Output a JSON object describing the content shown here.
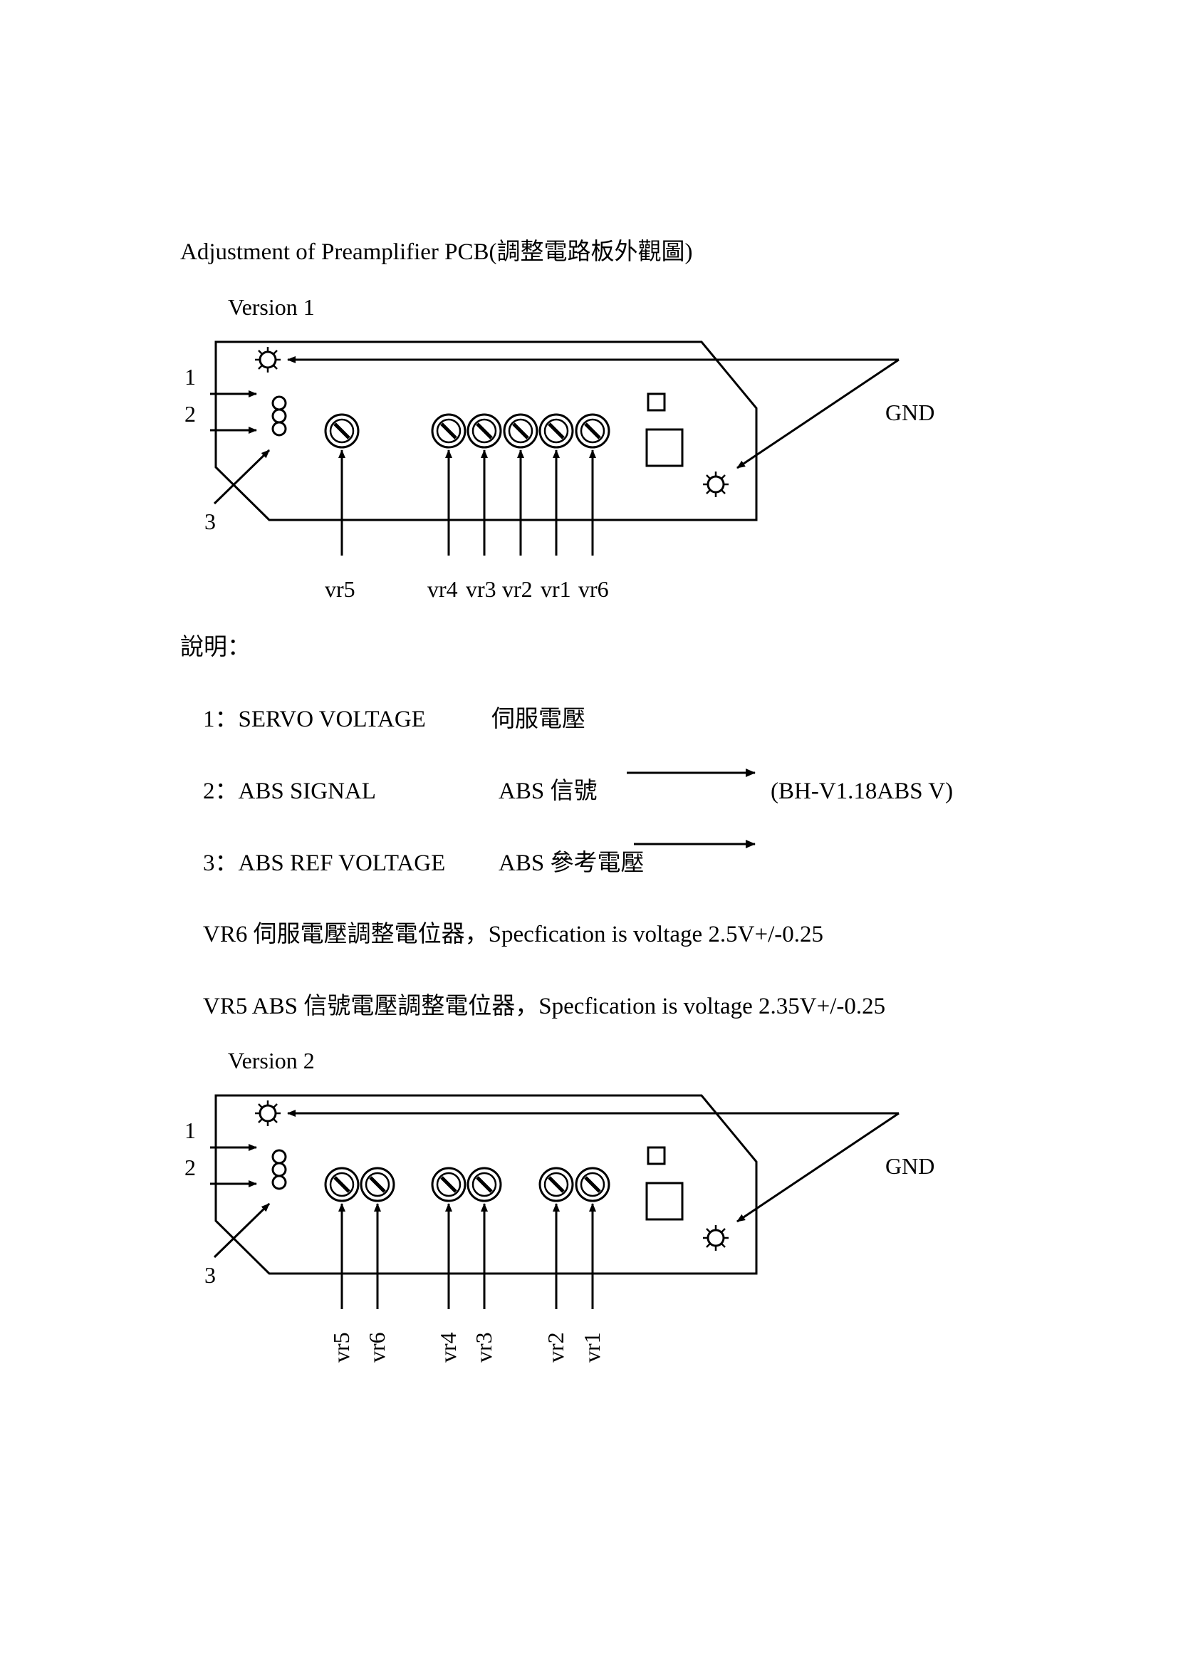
{
  "title": "Adjustment of Preamplifier PCB(調整電路板外觀圖)",
  "version1": {
    "label": "Version 1",
    "pin_labels": [
      "1",
      "2",
      "3"
    ],
    "gnd_label": "GND",
    "vr_labels": [
      "vr5",
      "vr4",
      "vr3",
      "vr2",
      "vr1",
      "vr6"
    ]
  },
  "description": {
    "heading": "說明：",
    "item1": {
      "code": "1：SERVO VOLTAGE",
      "cn": "伺服電壓"
    },
    "item2": {
      "code": "2：ABS SIGNAL",
      "cn": "ABS 信號",
      "note": "(BH-V1.18ABS V)"
    },
    "item3": {
      "code": "3：ABS REF VOLTAGE",
      "cn": "ABS  參考電壓"
    },
    "spec1": "VR6  伺服電壓調整電位器，Specfication is voltage 2.5V+/-0.25",
    "spec2": "VR5 ABS 信號電壓調整電位器，Specfication is voltage 2.35V+/-0.25"
  },
  "version2": {
    "label": "Version 2",
    "pin_labels": [
      "1",
      "2",
      "3"
    ],
    "gnd_label": "GND",
    "vr_labels": [
      "vr5",
      "vr6",
      "vr4",
      "vr3",
      "vr2",
      "vr1"
    ]
  }
}
